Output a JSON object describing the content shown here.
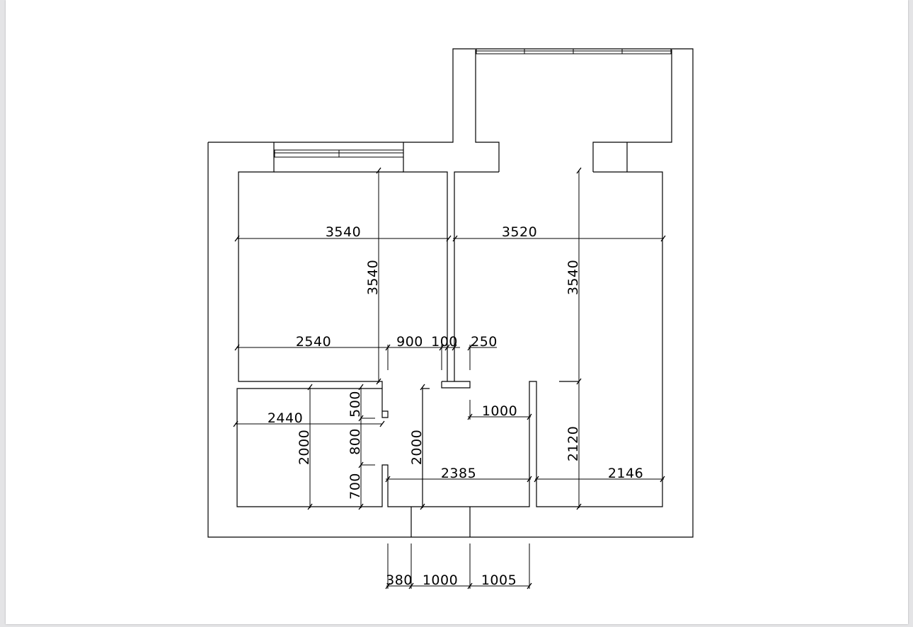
{
  "plan": {
    "dimensions": {
      "left_room_width": "3540",
      "left_room_depth": "3540",
      "right_room_width": "3520",
      "right_room_depth": "3540",
      "left_lower_width": "2540",
      "opening_900": "900",
      "partition_100": "100",
      "offset_250": "250",
      "corridor_1000": "1000",
      "small_room_width": "2440",
      "small_room_height": "2000",
      "seg_500": "500",
      "seg_800": "800",
      "seg_700": "700",
      "hall_height": "2000",
      "hall_width": "2385",
      "right_lower_height": "2120",
      "right_lower_width": "2146",
      "bottom_380": "380",
      "bottom_1000": "1000",
      "bottom_1005": "1005"
    }
  }
}
